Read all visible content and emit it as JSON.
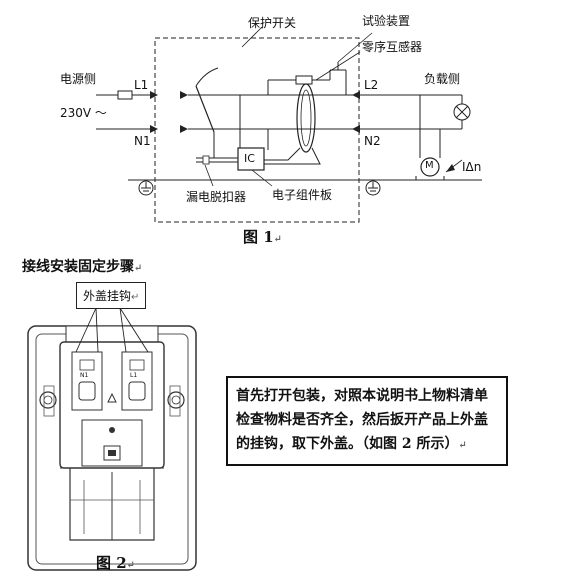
{
  "figure1": {
    "caption": "图 1",
    "labels": {
      "protection_switch": "保护开关",
      "test_device": "试验装置",
      "zero_seq_transformer": "零序互感器",
      "power_side": "电源侧",
      "load_side": "负载侧",
      "voltage": "230V ～",
      "L1": "L1",
      "N1": "N1",
      "L2": "L2",
      "N2": "N2",
      "IC": "IC",
      "motor": "M",
      "leakage_current": "IΔn",
      "leakage_release": "漏电脱扣器",
      "electronic_board": "电子组件板"
    }
  },
  "steps": {
    "title": "接线安装固定步骤"
  },
  "figure2": {
    "caption": "图 2",
    "hook_label": "外盖挂钩",
    "terminal_labels": [
      "N1",
      "L1"
    ],
    "note": "首先打开包装，对照本说明书上物料清单检查物料是否齐全，然后扳开产品上外盖的挂钩，取下外盖。（如图 2 所示）"
  }
}
